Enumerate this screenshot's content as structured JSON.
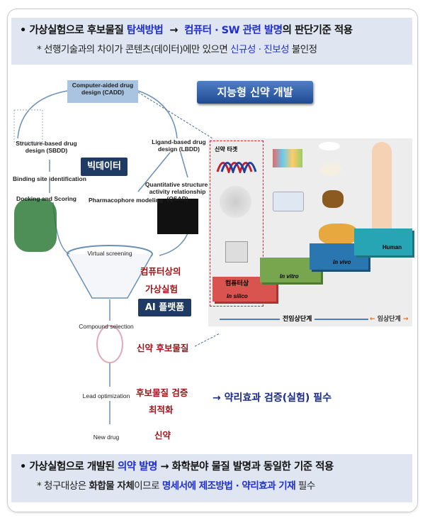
{
  "top_banner": {
    "line1": {
      "bullet": "•",
      "a": "가상실험으로 후보물질 ",
      "b": "탐색방법",
      "c": "  →  ",
      "d": "컴퓨터 · SW 관련 발명",
      "e": "의 판단기준 적용"
    },
    "line2": {
      "a": "* 선행기술과의 차이가 콘텐츠(데이터)에만 있으면 ",
      "b": "신규성 · 진보성",
      "c": " 불인정"
    }
  },
  "flow": {
    "cadd": "Computer-aided drug design (CADD)",
    "sbdd": "Structure-based drug design (SBDD)",
    "lbdd": "Ligand-based drug design (LBDD)",
    "binding": "Binding site identification",
    "docking": "Docking and Scoring",
    "qsar": "Quantitative structure-activity relationship (QSAR)",
    "pharmacophore": "Pharmacophore modeling",
    "virtual": "Virtual screening",
    "compound": "Compound selection",
    "lead": "Lead optimization",
    "newdrug": "New drug"
  },
  "labels": {
    "bigdata": "빅데이터",
    "computer_exp1": "컴퓨터상의",
    "computer_exp2": "가상실험",
    "ai_platform": "AI 플랫폼",
    "candidate": "신약 후보물질",
    "verify1": "후보물질 검증",
    "verify2": "최적화",
    "drug": "신약",
    "note": "→  약리효과 검증(실험) 필수"
  },
  "stairs": {
    "title": "지능형 신약 개발",
    "target": "신약 타겟",
    "in_silico_kr": "컴퓨터상",
    "in_silico": "In silico",
    "in_vitro": "In vitro",
    "in_vivo": "In vivo",
    "human": "Human",
    "preclinical": "전임상단계",
    "clinical": "임상단계"
  },
  "bottom_banner": {
    "line1": {
      "bullet": "•",
      "a": "가상실험으로 개발된 ",
      "b": "의약 발명",
      "c": " → 화학분야 물질 발명과 동일한 기준 적용"
    },
    "line2": {
      "a": "* 청구대상은 ",
      "b": "화합물 자체",
      "c": "이므로 ",
      "d": "명세서에 제조방법 · 약리효과 기재",
      "e": " 필수"
    }
  },
  "colors": {
    "banner": "#dfe6f1",
    "accent_blue": "#1f2fd0",
    "dark_red": "#a0151b",
    "navy": "#1f3a63"
  }
}
